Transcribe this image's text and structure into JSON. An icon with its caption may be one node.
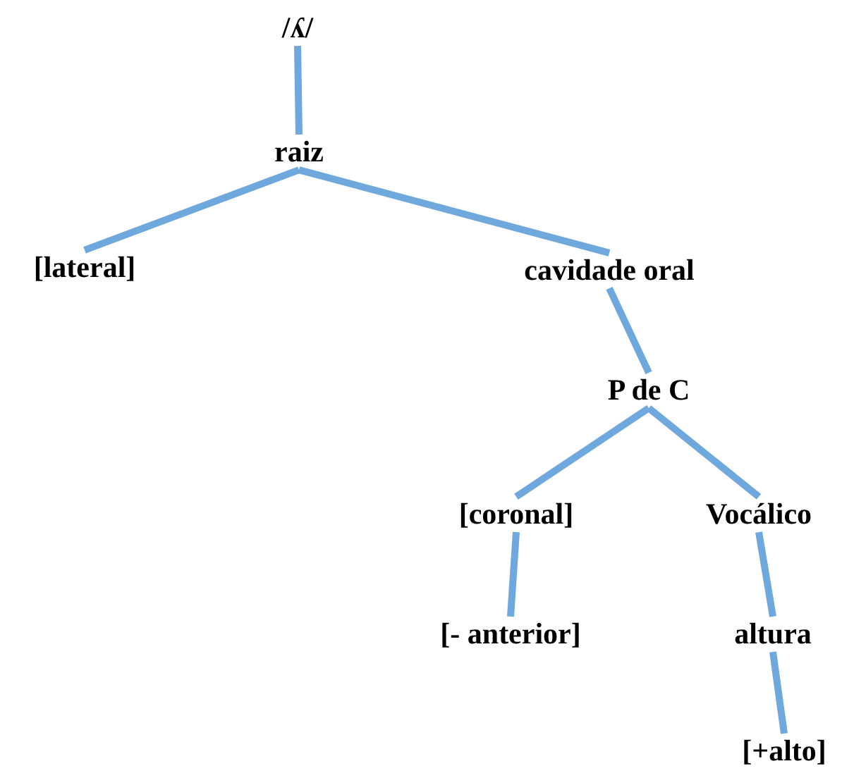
{
  "diagram": {
    "nodes": [
      {
        "text": [
          "/ʎ/"
        ]
      },
      {
        "text": [
          "raiz"
        ]
      },
      {
        "text": [
          "[lateral]"
        ]
      },
      {
        "text": [
          "cavidade oral"
        ]
      },
      {
        "text": [
          "P de C"
        ]
      },
      {
        "text": [
          "[coronal]"
        ]
      },
      {
        "text": [
          "Vocálico"
        ]
      },
      {
        "text": [
          "[- anterior]"
        ]
      },
      {
        "text": [
          "altura"
        ]
      },
      {
        "text": [
          "[+alto]"
        ]
      }
    ],
    "edges": [
      {
        "from": 0,
        "to": 1,
        "arrow": "none"
      },
      {
        "from": 1,
        "to": 2,
        "arrow": "none"
      },
      {
        "from": 1,
        "to": 3,
        "arrow": "none"
      },
      {
        "from": 3,
        "to": 4,
        "arrow": "none"
      },
      {
        "from": 4,
        "to": 5,
        "arrow": "none"
      },
      {
        "from": 4,
        "to": 6,
        "arrow": "none"
      },
      {
        "from": 5,
        "to": 7,
        "arrow": "none"
      },
      {
        "from": 6,
        "to": 8,
        "arrow": "none"
      },
      {
        "from": 8,
        "to": 9,
        "arrow": "none"
      }
    ]
  }
}
